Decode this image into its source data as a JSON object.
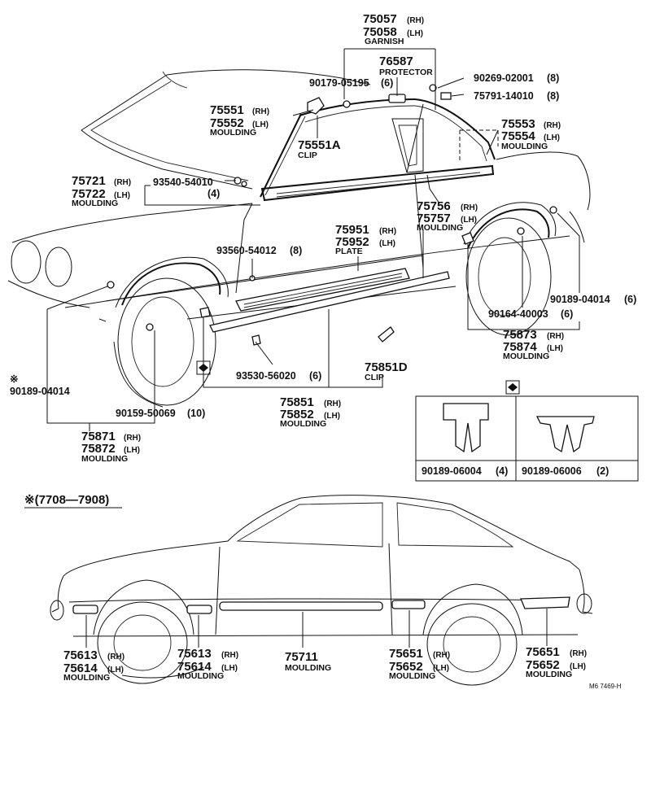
{
  "labels": {
    "garnish_rh": "75057",
    "garnish_lh": "75058",
    "garnish_name": "GARNISH",
    "protector_pn": "76587",
    "protector_name": "PROTECTOR",
    "bolt_90269": "90269-02001",
    "bolt_90269_qty": "(8)",
    "clip_90179": "90179-05195",
    "clip_90179_qty": "(6)",
    "part_75791": "75791-14010",
    "part_75791_qty": "(8)",
    "mould_75551": "75551",
    "mould_75552": "75552",
    "mould_7555x_name": "MOULDING",
    "clip_75551a": "75551A",
    "clip_75551a_name": "CLIP",
    "mould_75553": "75553",
    "mould_75554": "75554",
    "mould_7555y_name": "MOULDING",
    "mould_75721": "75721",
    "mould_75722": "75722",
    "mould_7572x_name": "MOULDING",
    "screw_93540": "93540-54010",
    "screw_93540_qty": "(4)",
    "mould_75756": "75756",
    "mould_75757": "75757",
    "mould_7575x_name": "MOULDING",
    "plate_75951": "75951",
    "plate_75952": "75952",
    "plate_name": "PLATE",
    "screw_93560": "93560-54012",
    "screw_93560_qty": "(8)",
    "clip_90189_04014_r": "90189-04014",
    "clip_90189_04014_r_qty": "(6)",
    "clip_90164": "90164-40003",
    "clip_90164_qty": "(6)",
    "mould_75873": "75873",
    "mould_75874": "75874",
    "mould_7587y_name": "MOULDING",
    "star_mark": "※",
    "clip_90189_04014_l": "90189-04014",
    "screw_93530": "93530-56020",
    "screw_93530_qty": "(6)",
    "clip_75851d": "75851D",
    "clip_75851d_name": "CLIP",
    "clip_90159": "90159-50069",
    "clip_90159_qty": "(10)",
    "mould_75851": "75851",
    "mould_75852": "75852",
    "mould_7585x_name": "MOULDING",
    "mould_75871": "75871",
    "mould_75872": "75872",
    "mould_7587x_name": "MOULDING",
    "inset_clip_a": "90189-06004",
    "inset_clip_a_qty": "(4)",
    "inset_clip_b": "90189-06006",
    "inset_clip_b_qty": "(2)",
    "period_note": "※(7708—7908)",
    "b_mould_75613_l": "75613",
    "b_mould_75614_l": "75614",
    "b_mould_7561_l_name": "MOULDING",
    "b_mould_75613_r": "75613",
    "b_mould_75614_r": "75614",
    "b_mould_7561_r_name": "MOULDING",
    "b_mould_75711": "75711",
    "b_mould_75711_name": "MOULDING",
    "b_mould_75651_l": "75651",
    "b_mould_75652_l": "75652",
    "b_mould_7565_l_name": "MOULDING",
    "b_mould_75651_r": "75651",
    "b_mould_75652_r": "75652",
    "b_mould_7565_r_name": "MOULDING",
    "rh": "(RH)",
    "lh": "(LH)",
    "footer_code": "M6  7469-H"
  }
}
